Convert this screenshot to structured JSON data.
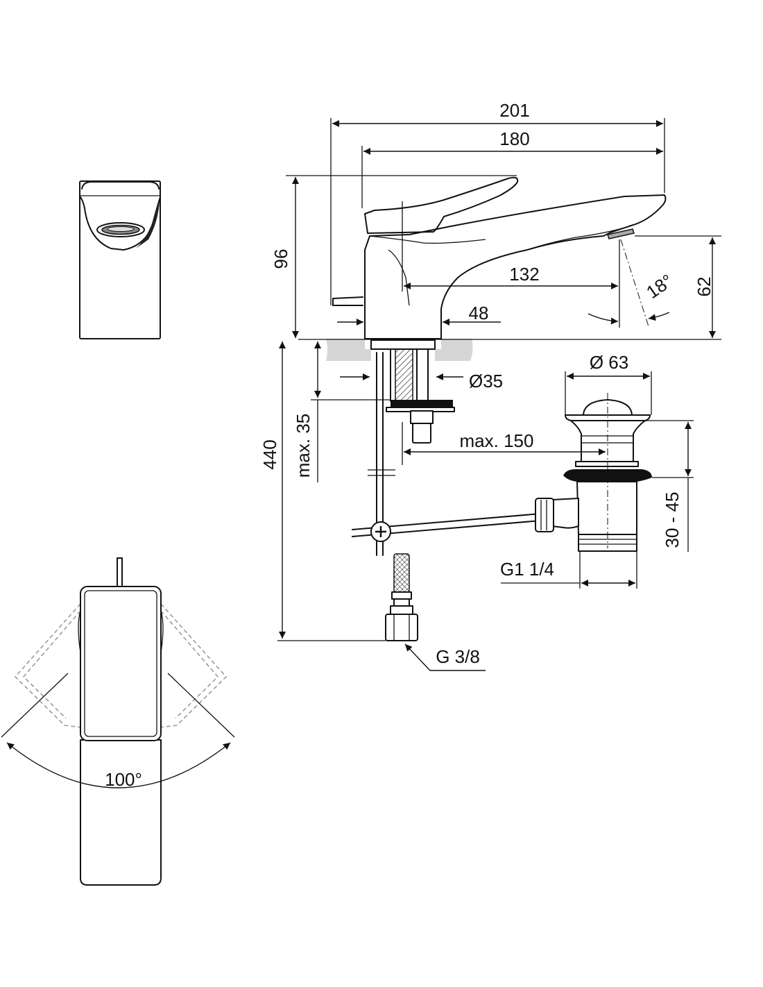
{
  "drawing": {
    "dimensions": {
      "overall_length": "201",
      "spout_length": "180",
      "body_height": "96",
      "spout_height": "62",
      "spout_reach": "132",
      "spout_angle": "18°",
      "body_offset": "48",
      "hole_diameter": "Ø35",
      "max_deck_thickness": "max. 35",
      "total_height": "440",
      "max_drain_distance": "max. 150",
      "waste_diameter": "Ø 63",
      "waste_height": "30 - 45",
      "waste_thread": "G1 1/4",
      "supply_thread": "G 3/8",
      "handle_rotation": "100°"
    },
    "views": [
      "front-view",
      "side-view",
      "top-view",
      "waste-assembly"
    ]
  }
}
